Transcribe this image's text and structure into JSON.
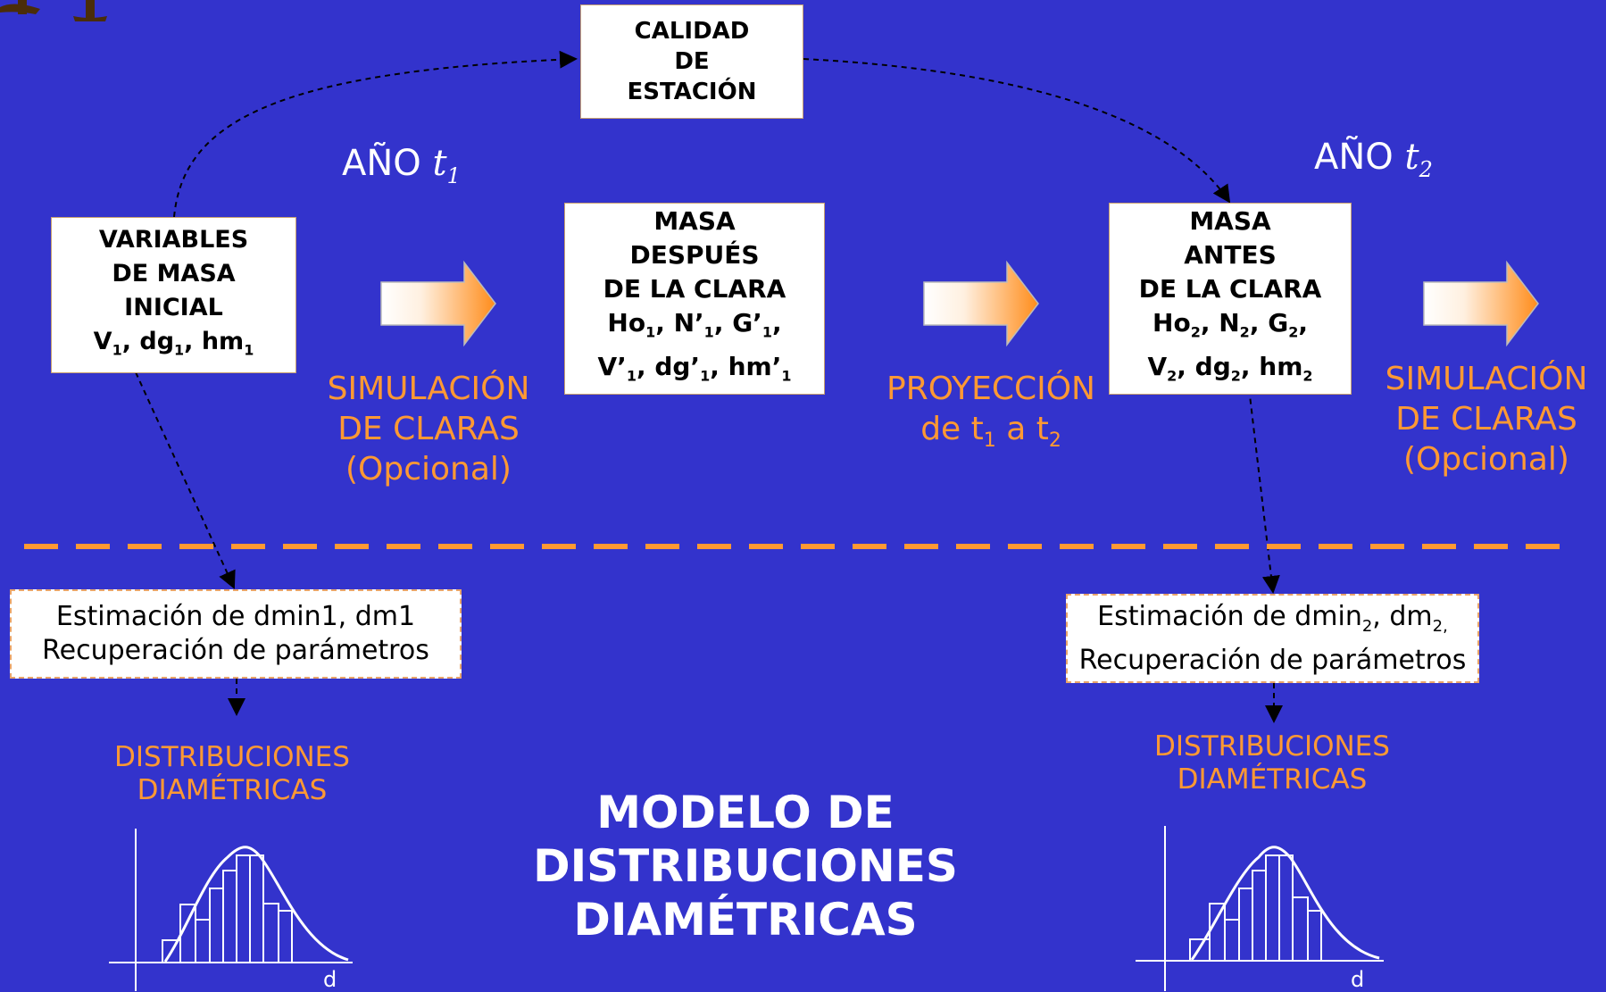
{
  "calidad": [
    "CALIDAD",
    "DE",
    "ESTACIÓN"
  ],
  "anio1": {
    "label": "AÑO",
    "var": "t",
    "sub": "1"
  },
  "anio2": {
    "label": "AÑO",
    "var": "t",
    "sub": "2"
  },
  "box_inicial": {
    "lines": [
      "VARIABLES",
      "DE MASA",
      "INICIAL"
    ],
    "vars": [
      [
        "V",
        "1"
      ],
      [
        ", dg",
        "1"
      ],
      [
        ", hm",
        "1"
      ]
    ]
  },
  "box_despues": {
    "lines": [
      "MASA",
      "DESPUÉS",
      "DE LA CLARA"
    ],
    "vars1": [
      [
        "Ho",
        "1"
      ],
      [
        ", N’",
        "1"
      ],
      [
        ", G’",
        "1"
      ],
      [
        ",",
        ""
      ]
    ],
    "vars2": [
      [
        "V’",
        "1"
      ],
      [
        ", dg’",
        "1"
      ],
      [
        ", hm’",
        "1"
      ]
    ]
  },
  "box_antes": {
    "lines": [
      "MASA",
      "ANTES",
      "DE LA CLARA"
    ],
    "vars1": [
      [
        "Ho",
        "2"
      ],
      [
        ", N",
        "2"
      ],
      [
        ", G",
        "2"
      ],
      [
        ",",
        ""
      ]
    ],
    "vars2": [
      [
        "V",
        "2"
      ],
      [
        ", dg",
        "2"
      ],
      [
        ", hm",
        "2"
      ]
    ]
  },
  "sim1": [
    "SIMULACIÓN",
    "DE CLARAS",
    "(Opcional)"
  ],
  "sim2": [
    "SIMULACIÓN",
    "DE CLARAS",
    "(Opcional)"
  ],
  "proyeccion": {
    "title": "PROYECCIÓN",
    "de": "de t",
    "s1": "1",
    "a": " a t",
    "s2": "2"
  },
  "est1": {
    "line1": "Estimación de dmin1, dm1",
    "line2": "Recuperación de parámetros"
  },
  "est2": {
    "pre": "Estimación de dmin",
    "s1": "2",
    "mid": ", dm",
    "s2": "2,",
    "line2": "Recuperación de parámetros"
  },
  "dist1": [
    "DISTRIBUCIONES",
    "DIAMÉTRICAS"
  ],
  "dist2": [
    "DISTRIBUCIONES",
    "DIAMÉTRICAS"
  ],
  "axis_label": "d",
  "title": [
    "MODELO DE",
    "DISTRIBUCIONES",
    "DIAMÉTRICAS"
  ],
  "colors": {
    "background": "#3333cc",
    "orange": "#ff9933",
    "white": "#ffffff"
  }
}
